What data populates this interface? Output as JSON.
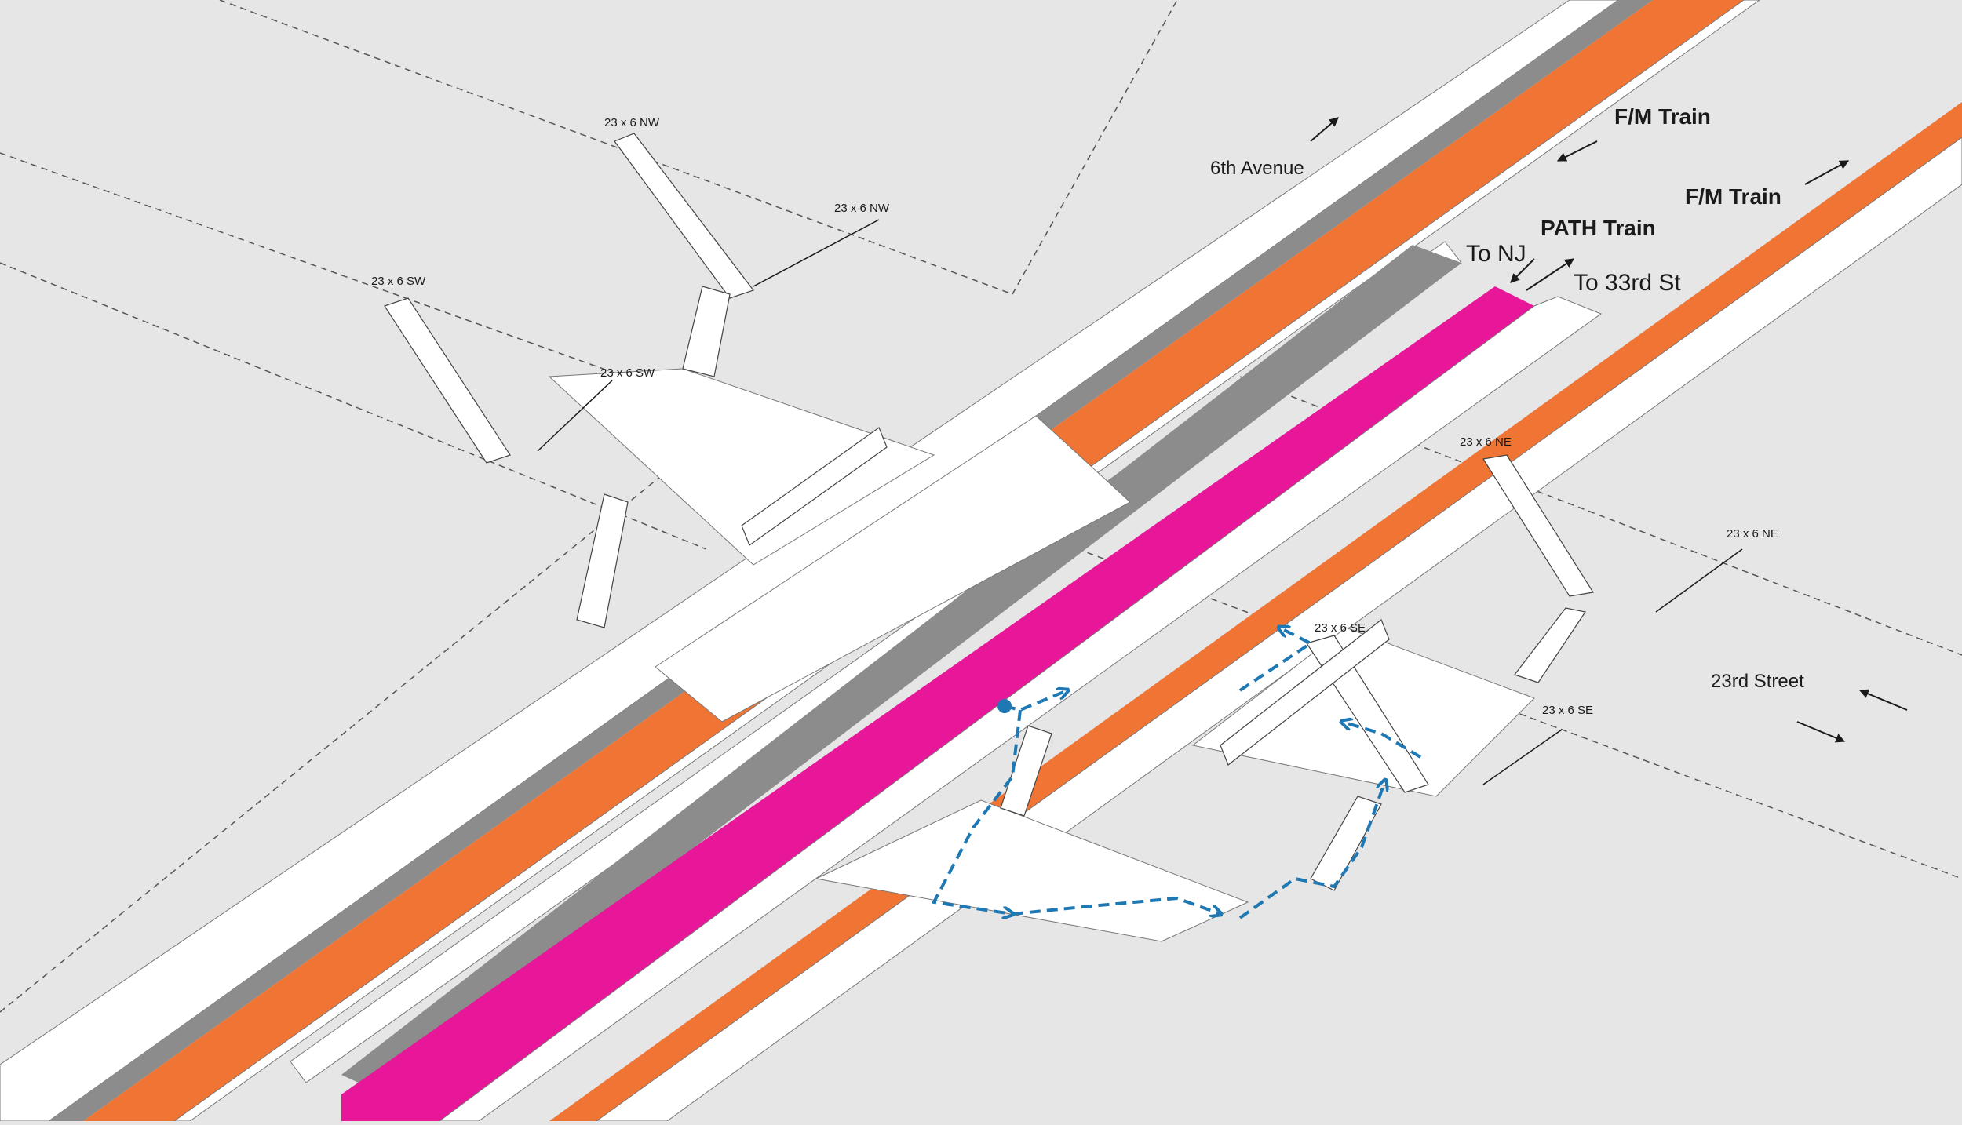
{
  "colors": {
    "background": "#e6e6e6",
    "fm_train": "#f07535",
    "path_train": "#e8179a",
    "trackbed": "#8c8c8c",
    "structure": "#ffffff",
    "route": "#1e78b4"
  },
  "labels": {
    "avenue": "6th Avenue",
    "street": "23rd Street",
    "fm_train_1": "F/M Train",
    "fm_train_2": "F/M Train",
    "path_train": "PATH Train",
    "to_nj": "To NJ",
    "to_33rd": "To 33rd St"
  },
  "exits": {
    "nw_upper": "23 x 6 NW",
    "nw_lower": "23 x 6 NW",
    "sw_upper": "23 x 6 SW",
    "sw_lower": "23 x 6 SW",
    "ne_upper": "23 x 6 NE",
    "ne_lower": "23 x 6 NE",
    "se_upper": "23 x 6 SE",
    "se_lower": "23 x 6 SE"
  }
}
